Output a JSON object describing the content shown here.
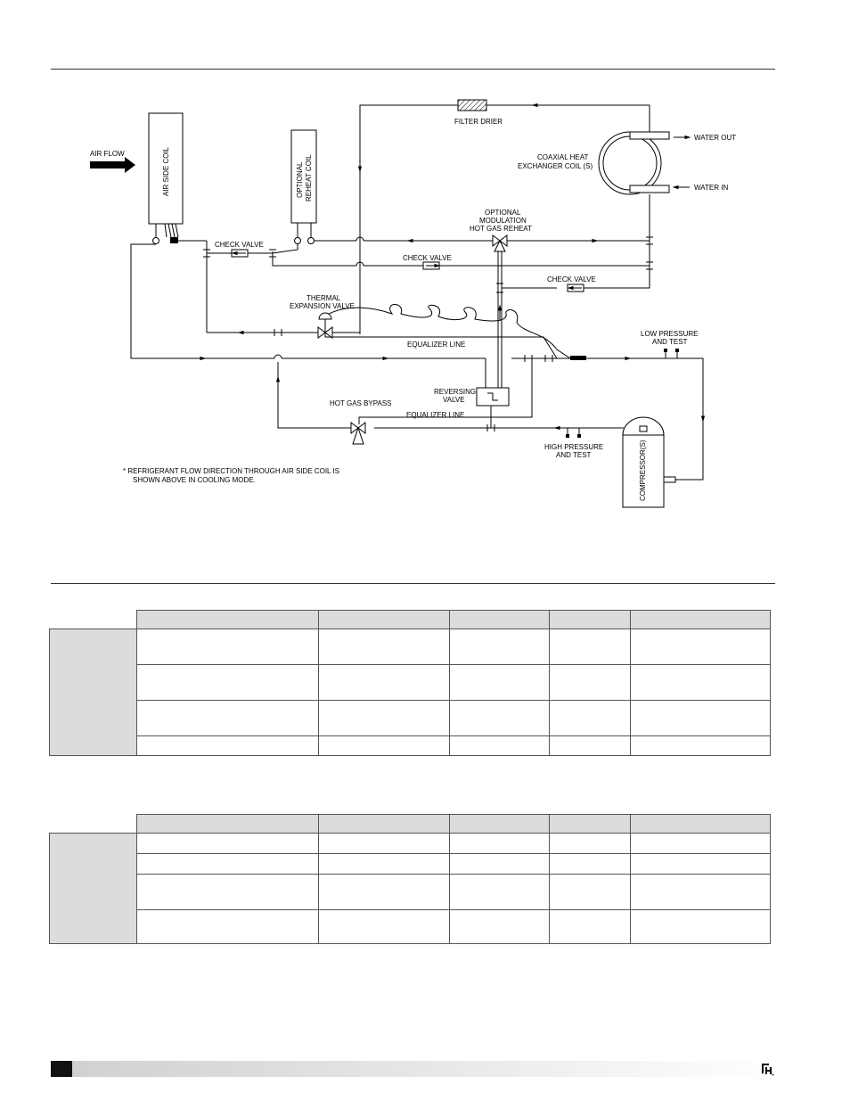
{
  "diagram": {
    "labels": {
      "air_flow": "AIR FLOW",
      "air_side_coil": "AIR SIDE COIL",
      "optional_reheat_coil_1": "OPTIONAL",
      "optional_reheat_coil_2": "REHEAT COIL",
      "filter_drier": "FILTER DRIER",
      "coaxial_1": "COAXIAL HEAT",
      "coaxial_2": "EXCHANGER COIL (S)",
      "water_out": "WATER OUT",
      "water_in": "WATER IN",
      "check_valve_left": "CHECK VALVE",
      "check_valve_mid": "CHECK VALVE",
      "check_valve_right": "CHECK VALVE",
      "optional_mod_1": "OPTIONAL",
      "optional_mod_2": "MODULATION",
      "optional_mod_3": "HOT GAS REHEAT",
      "thermal_1": "THERMAL",
      "thermal_2": "EXPANSION VALVE",
      "equalizer_line_top": "EQUALIZER LINE",
      "low_pressure_1": "LOW PRESSURE",
      "low_pressure_2": "AND TEST",
      "reversing_1": "REVERSING",
      "reversing_2": "VALVE",
      "hot_gas_bypass": "HOT GAS BYPASS",
      "equalizer_line_bottom": "EQUALIZER LINE",
      "high_pressure_1": "HIGH PRESSURE",
      "high_pressure_2": "AND TEST",
      "compressor": "COMPRESSOR(S)",
      "note_1": "*  REFRIGERANT FLOW DIRECTION THROUGH AIR SIDE COIL IS",
      "note_2": "SHOWN ABOVE IN COOLING MODE."
    }
  }
}
